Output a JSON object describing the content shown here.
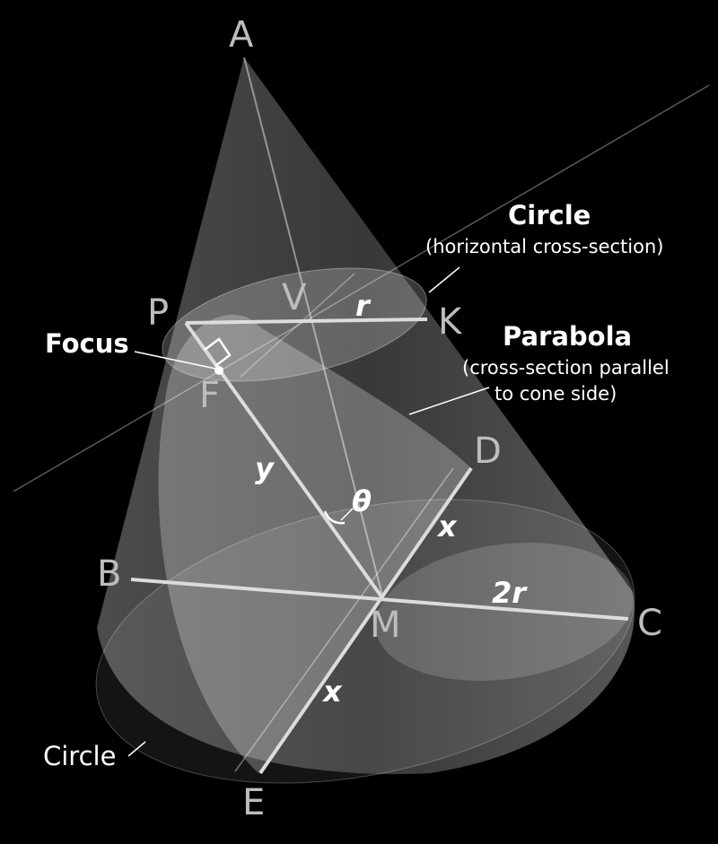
{
  "points": {
    "A": "A",
    "V": "V",
    "P": "P",
    "K": "K",
    "F": "F",
    "D": "D",
    "B": "B",
    "C": "C",
    "M": "M",
    "E": "E"
  },
  "variables": {
    "r": "r",
    "two_r": "2r",
    "y": "y",
    "theta": "θ",
    "x_upper": "x",
    "x_lower": "x"
  },
  "labels": {
    "circle_top_title": "Circle",
    "circle_top_sub": "(horizontal cross-section)",
    "parabola_title": "Parabola",
    "parabola_sub_1": "(cross-section parallel",
    "parabola_sub_2": "to cone side)",
    "focus": "Focus",
    "circle_bottom": "Circle"
  },
  "colors": {
    "background": "#000000",
    "cone": "#ffffff",
    "lines": "#d9d9d9",
    "point_labels": "#bdbdbd",
    "text": "#ffffff"
  }
}
